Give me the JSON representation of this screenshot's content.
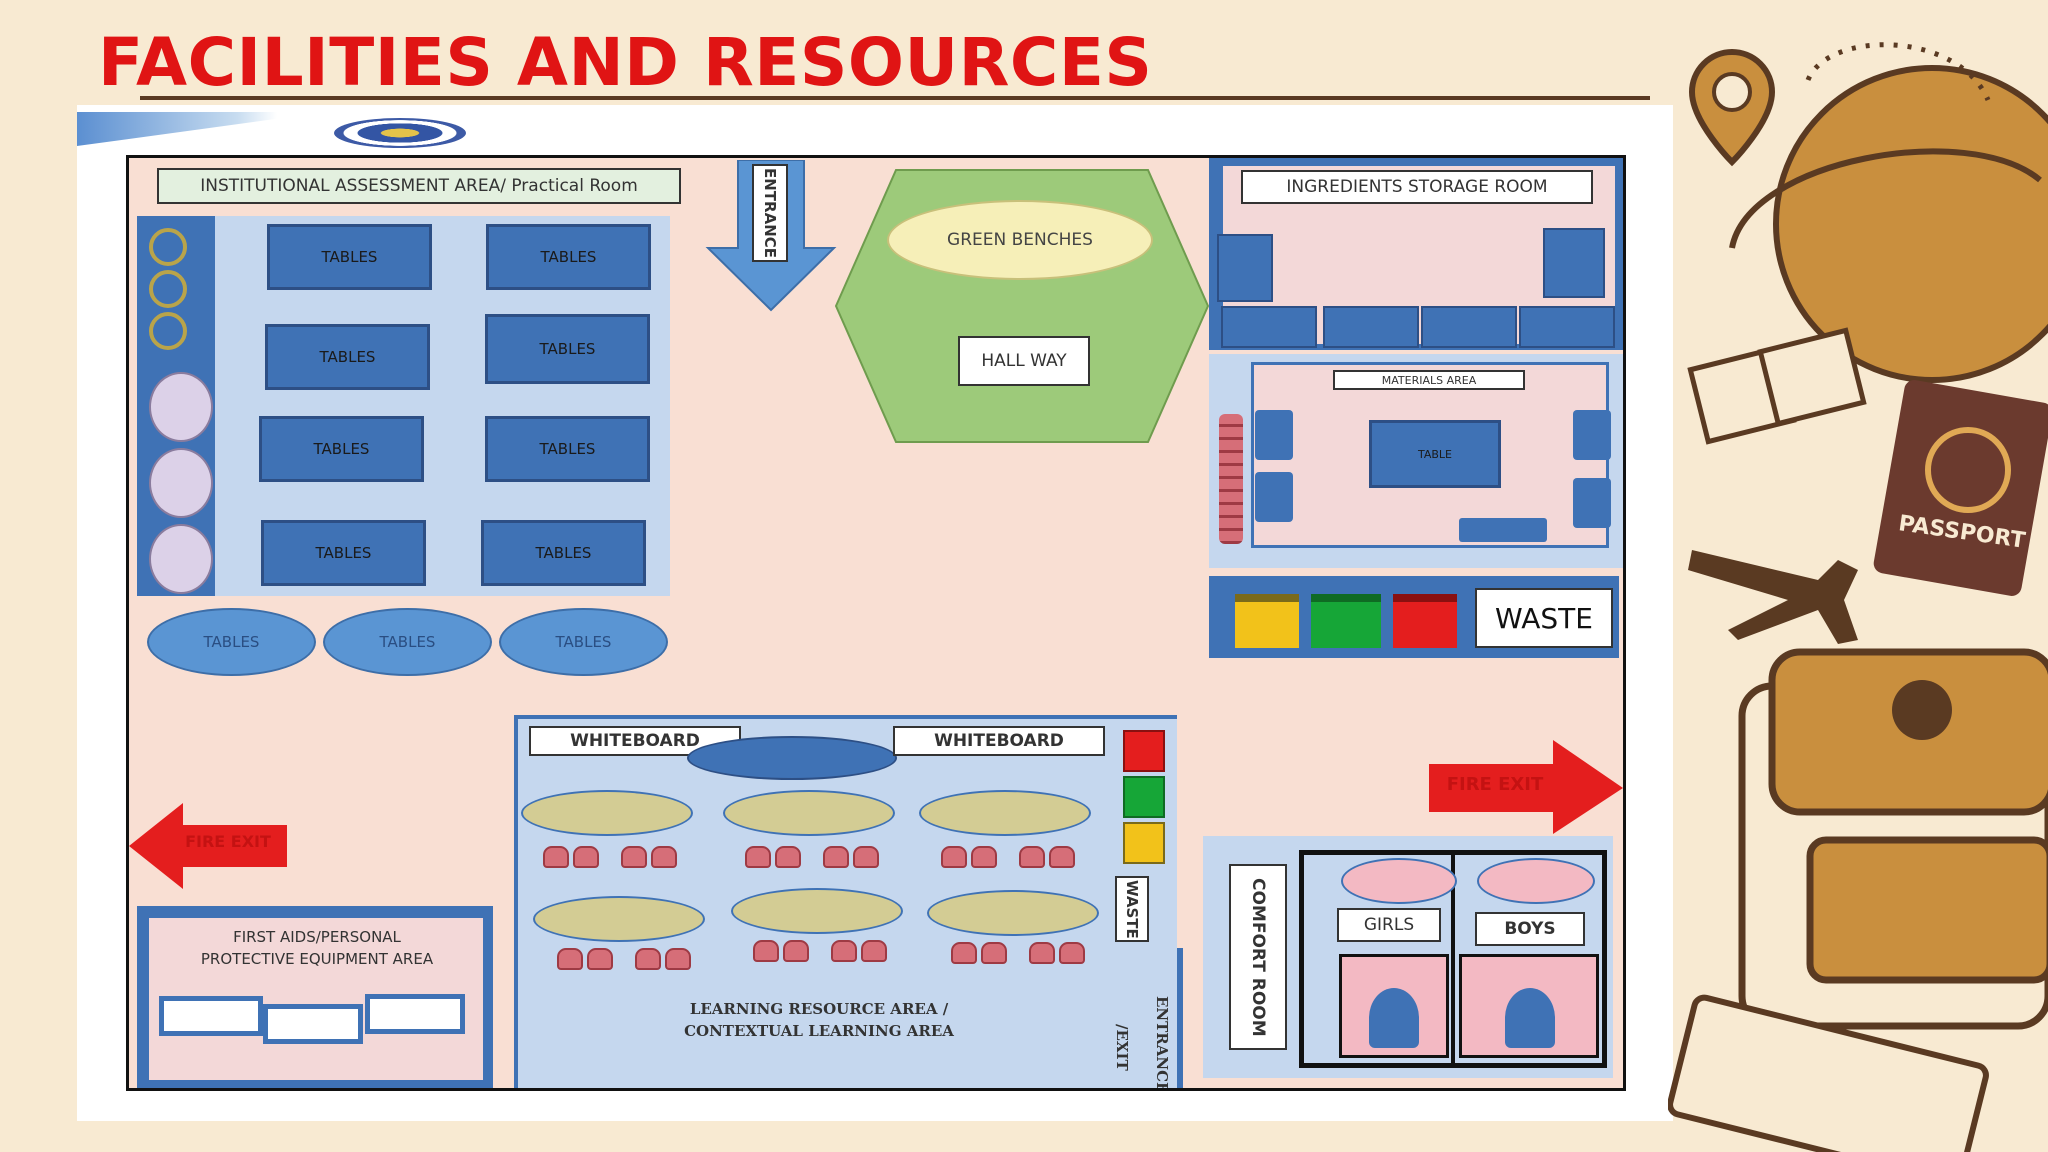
{
  "slide": {
    "title": "FACILITIES AND RESOURCES"
  },
  "floorplan": {
    "assessment_area": "INSTITUTIONAL ASSESSMENT AREA/ Practical Room",
    "table_label": "TABLES",
    "entrance_top": "ENTRANCE",
    "green_benches": "GREEN BENCHES",
    "hallway": "HALL WAY",
    "ingredients_storage": "INGREDIENTS STORAGE ROOM",
    "materials_area": "MATERIALS AREA",
    "materials_table": "TABLE",
    "waste_right": "WASTE",
    "whiteboard": "WHITEBOARD",
    "waste_vertical": "WASTE",
    "learning_area_line1": "LEARNING RESOURCE AREA /",
    "learning_area_line2": "CONTEXTUAL LEARNING AREA",
    "entrance_exit_a": "ENTRANCE",
    "entrance_exit_b": "/EXIT",
    "comfort_room": "COMFORT ROOM",
    "girls": "GIRLS",
    "boys": "BOYS",
    "first_aid_line1": "FIRST AIDS/PERSONAL",
    "first_aid_line2": "PROTECTIVE EQUIPMENT AREA",
    "fire_exit": "FIRE EXIT"
  },
  "decor": {
    "passport": "PASSPORT"
  },
  "colors": {
    "title_red": "#e01414",
    "table_blue": "#3f72b5",
    "area_blue": "#c5d7ee",
    "floor_pink": "#f9dfd3",
    "hallway_green": "#9dca7a",
    "bench_cream": "#f6efb8",
    "deco_brown": "#c98f3e"
  }
}
